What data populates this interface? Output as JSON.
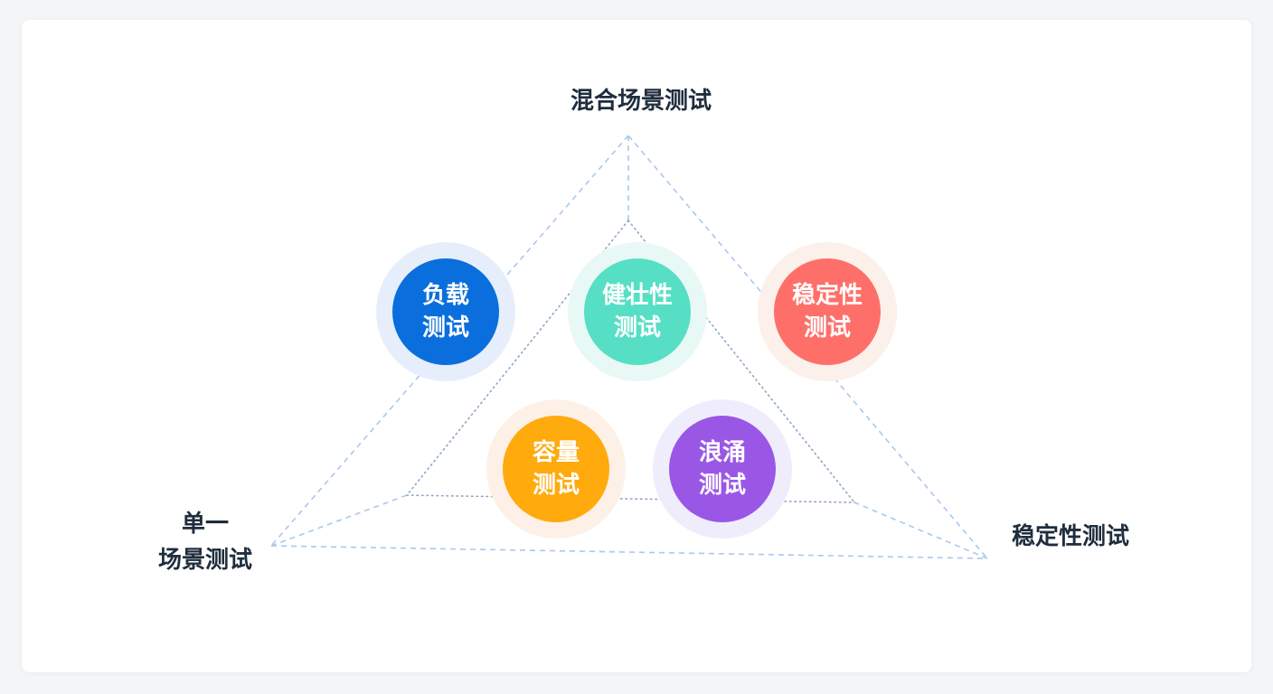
{
  "vertices": {
    "top": "混合场景测试",
    "left_line1": "单一",
    "left_line2": "场景测试",
    "right": "稳定性测试"
  },
  "bubbles": [
    {
      "line1": "负载",
      "line2": "测试",
      "color": "#0a6fdd",
      "halo": "#e7eefb"
    },
    {
      "line1": "健壮性",
      "line2": "测试",
      "color": "#56dfc4",
      "halo": "#e8f9f5"
    },
    {
      "line1": "稳定性",
      "line2": "测试",
      "color": "#ff6f6a",
      "halo": "#fbf0ea"
    },
    {
      "line1": "容量",
      "line2": "测试",
      "color": "#ffaa0d",
      "halo": "#fdf1e7"
    },
    {
      "line1": "浪涌",
      "line2": "测试",
      "color": "#9a57e6",
      "halo": "#efedfb"
    }
  ],
  "colors": {
    "line": "#a9c8ee",
    "dot": "#8fa6c4"
  }
}
